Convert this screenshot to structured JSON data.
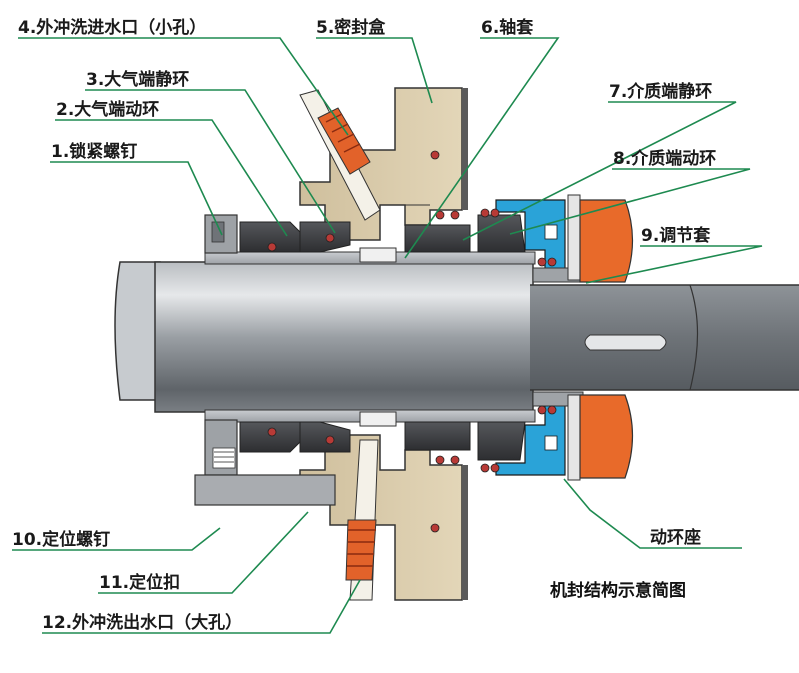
{
  "title": "机封结构示意简图",
  "labels": {
    "l1": "1.锁紧螺钉",
    "l2": "2.大气端动环",
    "l3": "3.大气端静环",
    "l4": "4.外冲洗进水口（小孔）",
    "l5": "5.密封盒",
    "l6": "6.轴套",
    "l7": "7.介质端静环",
    "l8": "8.介质端动环",
    "l9": "9.调节套",
    "l10": "10.定位螺钉",
    "l11": "11.定位扣",
    "l12": "12.外冲洗出水口（大孔）",
    "seat": "动环座"
  },
  "colors": {
    "leader": "#1e8a50",
    "shaft": "#7f8489",
    "housing": "#d8c9a8",
    "ring": "#3b3b3f",
    "seat": "#2aa3d8",
    "collar": "#e86a2a",
    "oring": "#b83a36"
  }
}
